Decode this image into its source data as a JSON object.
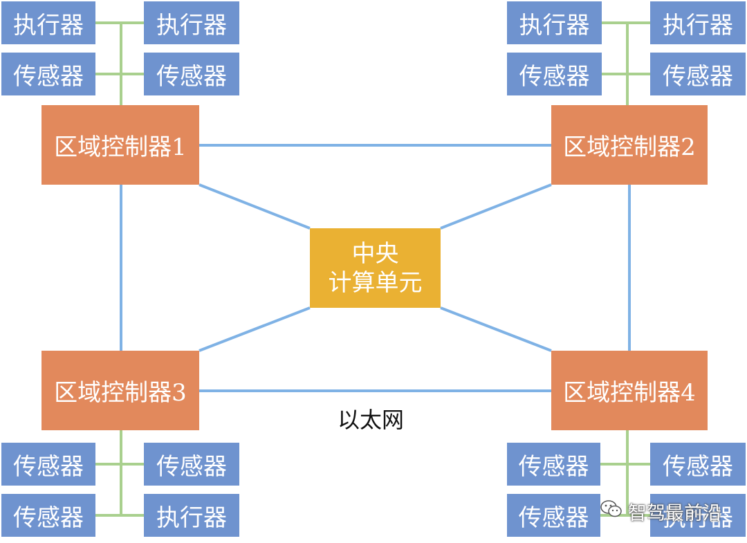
{
  "devices": {
    "z1": [
      "执行器",
      "执行器",
      "传感器",
      "传感器"
    ],
    "z2": [
      "执行器",
      "执行器",
      "传感器",
      "传感器"
    ],
    "z3": [
      "传感器",
      "传感器",
      "传感器",
      "执行器"
    ],
    "z4": [
      "传感器",
      "传感器",
      "传感器",
      "执行器"
    ]
  },
  "zones": [
    "区域控制器1",
    "区域控制器2",
    "区域控制器3",
    "区域控制器4"
  ],
  "center": {
    "line1": "中央",
    "line2": "计算单元"
  },
  "network_label": "以太网",
  "watermark": "智驾最前沿",
  "colors": {
    "device": "#6f93cf",
    "zone": "#e2895c",
    "center": "#eab133",
    "ethernet_link": "#7fb2e5",
    "device_link": "#a9d08e"
  }
}
